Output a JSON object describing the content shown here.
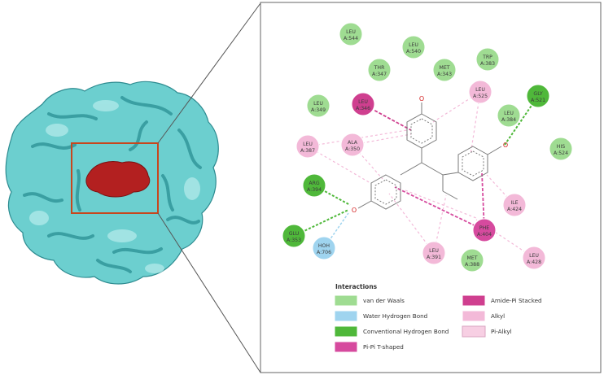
{
  "colors": {
    "protein_surface": "#6ccfcf",
    "protein_dark": "#2a8f94",
    "ligand": "#b32020",
    "box": "#c8461d",
    "panel_border": "#666666",
    "vdw": "#9fdc92",
    "water_hbond": "#9fd4ef",
    "conv_hbond": "#4fb83a",
    "pipi_tshaped": "#d64a9e",
    "amide_pi": "#cf3f8f",
    "alkyl": "#f3b9d8",
    "pi_alkyl": "#f7cfe3"
  },
  "residues": [
    {
      "id": "leu544",
      "name": "LEU",
      "num": "A:544",
      "type": "vdw"
    },
    {
      "id": "leu540",
      "name": "LEU",
      "num": "A:540",
      "type": "vdw"
    },
    {
      "id": "thr347",
      "name": "THR",
      "num": "A:347",
      "type": "vdw"
    },
    {
      "id": "met343",
      "name": "MET",
      "num": "A:343",
      "type": "vdw"
    },
    {
      "id": "trp383",
      "name": "TRP",
      "num": "A:383",
      "type": "vdw"
    },
    {
      "id": "leu349",
      "name": "LEU",
      "num": "A:349",
      "type": "vdw"
    },
    {
      "id": "leu346",
      "name": "LEU",
      "num": "A:346",
      "type": "amide_pi"
    },
    {
      "id": "leu525",
      "name": "LEU",
      "num": "A:525",
      "type": "alkyl"
    },
    {
      "id": "gly521",
      "name": "GLY",
      "num": "A:521",
      "type": "conv_hbond"
    },
    {
      "id": "leu384",
      "name": "LEU",
      "num": "A:384",
      "type": "vdw"
    },
    {
      "id": "leu387",
      "name": "LEU",
      "num": "A:387",
      "type": "alkyl"
    },
    {
      "id": "ala350",
      "name": "ALA",
      "num": "A:350",
      "type": "alkyl"
    },
    {
      "id": "his524",
      "name": "HIS",
      "num": "A:524",
      "type": "vdw"
    },
    {
      "id": "arg394",
      "name": "ARG",
      "num": "A:394",
      "type": "conv_hbond"
    },
    {
      "id": "ile424",
      "name": "ILE",
      "num": "A:424",
      "type": "alkyl"
    },
    {
      "id": "glu353",
      "name": "GLU",
      "num": "A:353",
      "type": "conv_hbond"
    },
    {
      "id": "phe404",
      "name": "PHE",
      "num": "A:404",
      "type": "pipi_tshaped"
    },
    {
      "id": "hoh706",
      "name": "HOH",
      "num": "A:706",
      "type": "water_hbond"
    },
    {
      "id": "leu391",
      "name": "LEU",
      "num": "A:391",
      "type": "alkyl"
    },
    {
      "id": "met388",
      "name": "MET",
      "num": "A:388",
      "type": "vdw"
    },
    {
      "id": "leu428",
      "name": "LEU",
      "num": "A:428",
      "type": "alkyl"
    }
  ],
  "legend": {
    "title": "Interactions",
    "items": [
      {
        "label": "van der Waals",
        "type": "vdw"
      },
      {
        "label": "Water Hydrogen Bond",
        "type": "water_hbond"
      },
      {
        "label": "Conventional Hydrogen Bond",
        "type": "conv_hbond"
      },
      {
        "label": "Pi-Pi T-shaped",
        "type": "pipi_tshaped"
      },
      {
        "label": "Amide-Pi Stacked",
        "type": "amide_pi"
      },
      {
        "label": "Alkyl",
        "type": "alkyl"
      },
      {
        "label": "Pi-Alkyl",
        "type": "pi_alkyl"
      }
    ]
  },
  "atoms": {
    "hydroxyl": "O"
  }
}
